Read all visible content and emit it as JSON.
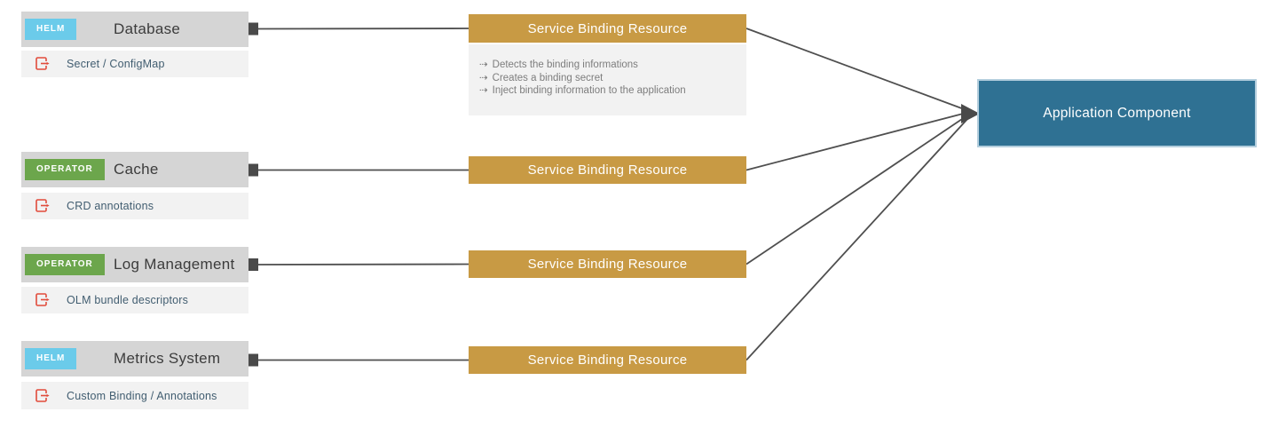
{
  "diagram": {
    "services": [
      {
        "badge": "HELM",
        "name": "Database",
        "artifact": "Secret / ConfigMap"
      },
      {
        "badge": "OPERATOR",
        "name": "Cache",
        "artifact": "CRD annotations"
      },
      {
        "badge": "OPERATOR",
        "name": "Log Management",
        "artifact": "OLM bundle descriptors"
      },
      {
        "badge": "HELM",
        "name": "Metrics System",
        "artifact": "Custom Binding / Annotations"
      }
    ],
    "binding_resource": {
      "label": "Service Binding Resource",
      "notes_bullet": "⇢",
      "notes": [
        "Detects the binding informations",
        "Creates a binding secret",
        "Inject binding information to the application"
      ]
    },
    "application": {
      "label": "Application Component"
    },
    "colors": {
      "helm_badge": "#6bcbea",
      "operator_badge": "#6ca64c",
      "binding_box": "#c89a44",
      "application_box": "#2f7193",
      "header_box": "#d5d5d5",
      "sub_box": "#f2f2f2",
      "connector_line": "#4f4f4f",
      "artifact_icon": "#e14b3b",
      "note_text": "#7d7d7d"
    }
  }
}
